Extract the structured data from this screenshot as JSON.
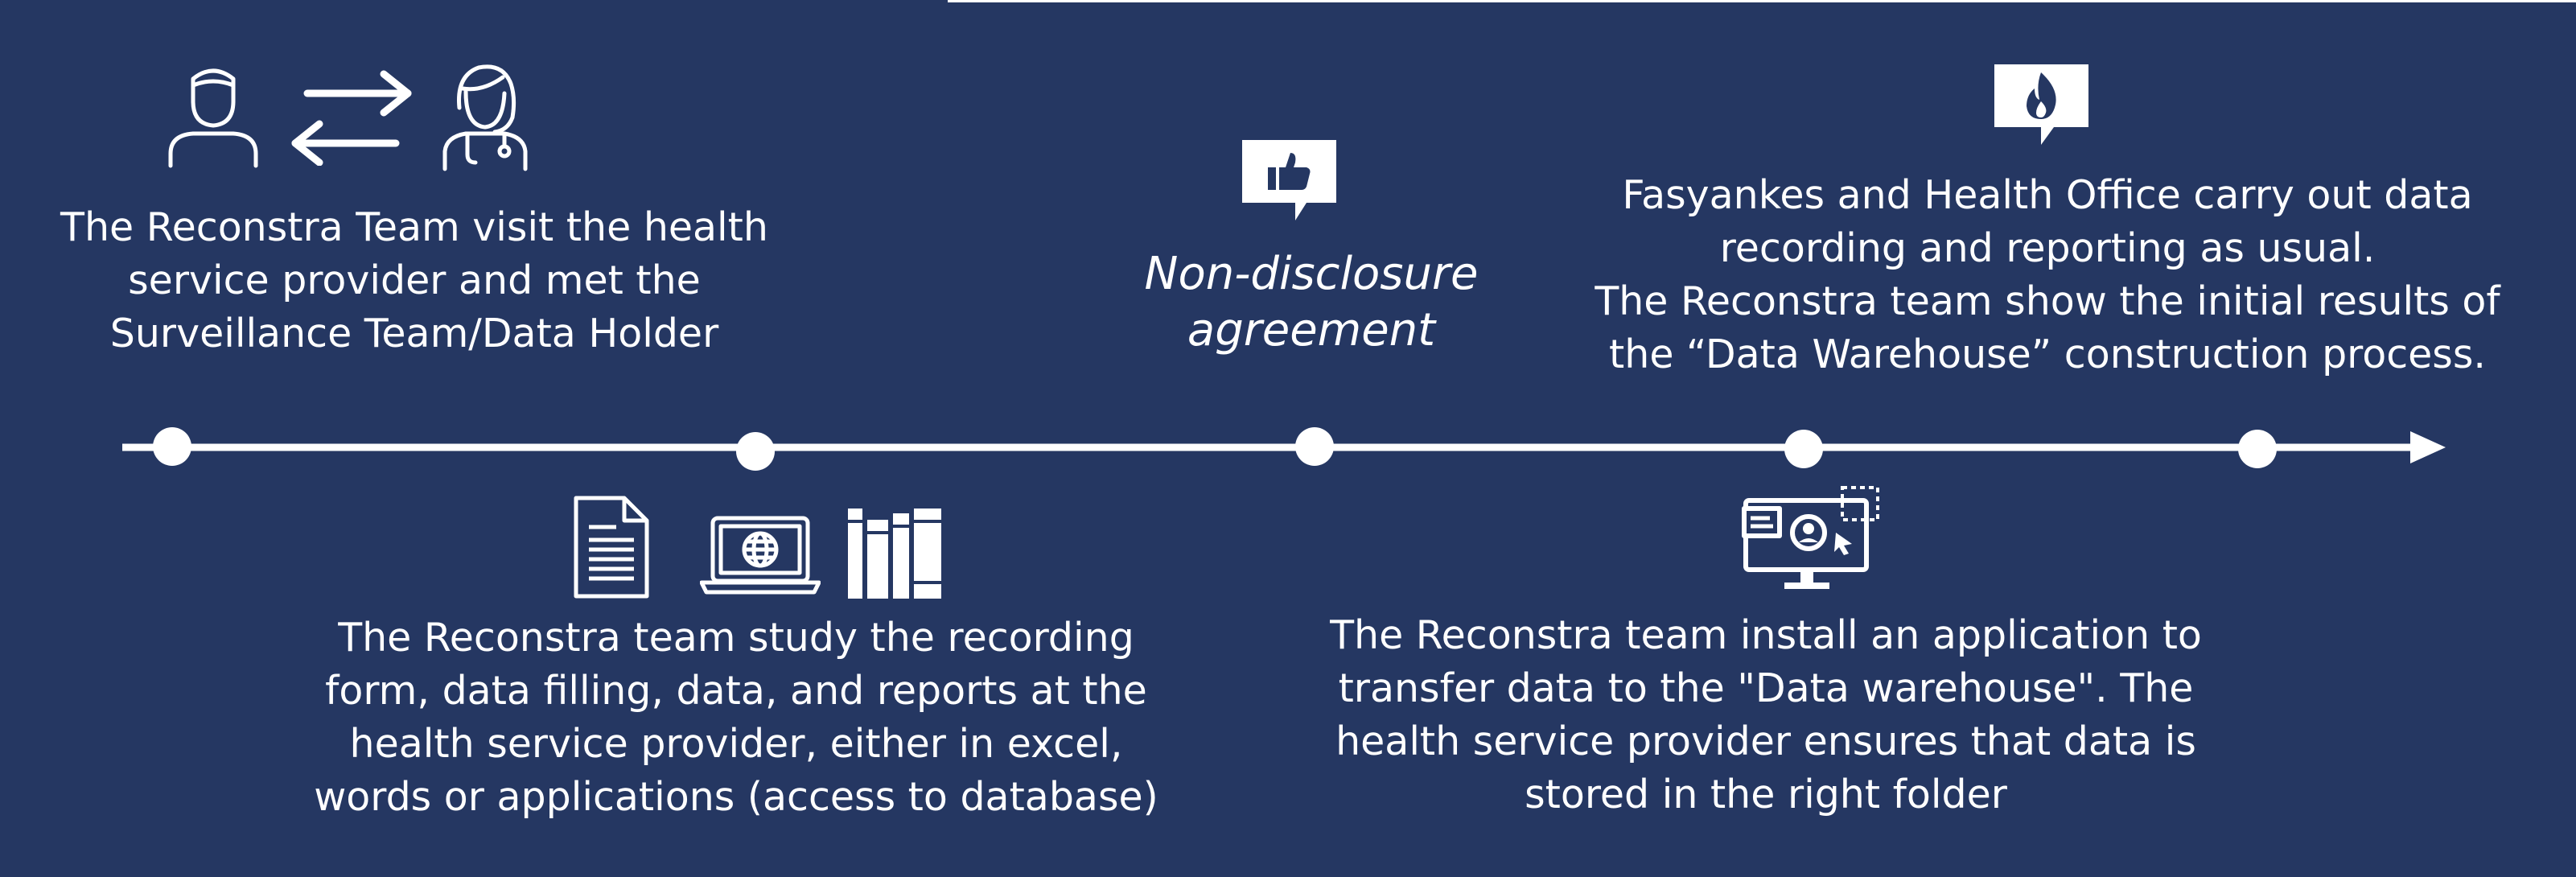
{
  "colors": {
    "background": "#253762",
    "foreground": "#ffffff"
  },
  "timeline": {
    "milestones": [
      {
        "position": "top",
        "icons": [
          "person-icon",
          "exchange-arrows-icon",
          "doctor-icon"
        ],
        "lines": [
          "The Reconstra Team visit the health",
          "service provider and met the",
          "Surveillance Team/Data Holder"
        ]
      },
      {
        "position": "bottom",
        "icons": [
          "document-icon",
          "laptop-globe-icon",
          "books-icon"
        ],
        "lines": [
          "The Reconstra team study the recording",
          "form, data filling, data, and reports at the",
          "health service provider, either in excel,",
          "words or applications (access to database)"
        ]
      },
      {
        "position": "top",
        "icons": [
          "thumbs-up-bubble-icon"
        ],
        "lines": [
          "Non-disclosure",
          "agreement"
        ]
      },
      {
        "position": "bottom",
        "icons": [
          "monitor-user-icon"
        ],
        "lines": [
          "The Reconstra team install an application to",
          "transfer data to the \"Data warehouse\". The",
          "health service provider ensures that data is",
          "stored in the right folder"
        ]
      },
      {
        "position": "top",
        "icons": [
          "fire-bubble-icon"
        ],
        "lines": [
          "Fasyankes and Health Office carry out data",
          "recording and reporting as usual.",
          "The Reconstra team show the initial results of",
          "the “Data Warehouse” construction process."
        ]
      }
    ]
  }
}
